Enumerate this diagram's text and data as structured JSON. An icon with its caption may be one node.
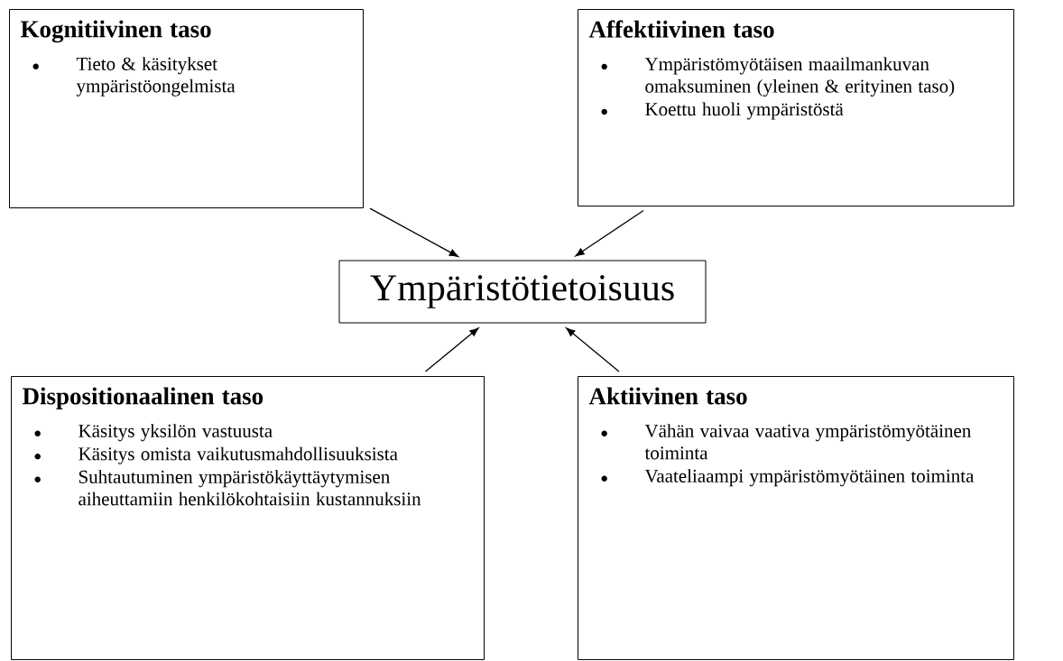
{
  "diagram": {
    "nodes": [
      {
        "text": [
          "Kognitiivinen taso",
          "Tieto & käsitykset ympäristöongelmista"
        ]
      },
      {
        "text": [
          "Affektiivinen taso",
          "Ympäristömyötäisen maailmankuvan omaksuminen (yleinen & erityinen taso)",
          "Koettu huoli ympäristöstä"
        ]
      },
      {
        "text": [
          "Ympäristötietoisuus"
        ]
      },
      {
        "text": [
          "Dispositionaalinen taso",
          "Käsitys yksilön vastuusta",
          "Käsitys omista vaikutusmahdollisuuksista",
          "Suhtautuminen ympäristökäyttäytymisen aiheuttamiin henkilökohtaisiin kustannuksiin"
        ]
      },
      {
        "text": [
          "Aktiivinen taso",
          "Vähän vaivaa vaativa ympäristömyötäinen toiminta",
          "Vaateliaampi ympäristömyötäinen toiminta"
        ]
      }
    ],
    "edges": [
      {
        "from": 0,
        "to": 2,
        "arrow": "to"
      },
      {
        "from": 1,
        "to": 2,
        "arrow": "to"
      },
      {
        "from": 3,
        "to": 2,
        "arrow": "to"
      },
      {
        "from": 4,
        "to": 2,
        "arrow": "to"
      }
    ]
  }
}
